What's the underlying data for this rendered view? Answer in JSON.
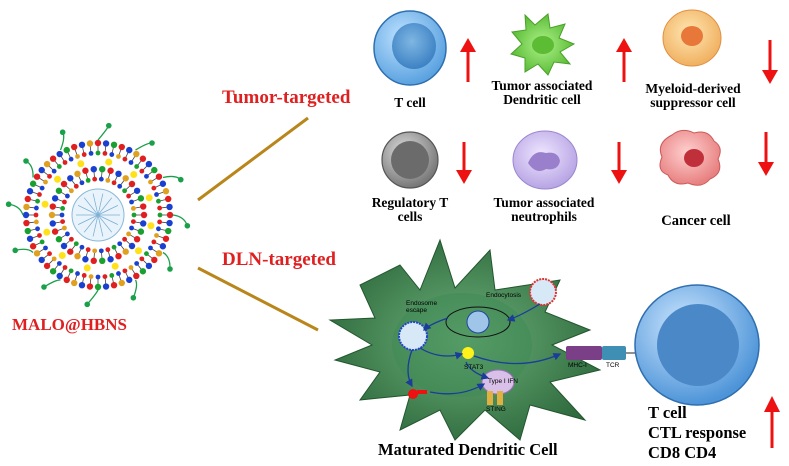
{
  "nanoparticle": {
    "name": "MALO@HBNS"
  },
  "routes": {
    "tumor": "Tumor-targeted",
    "dln": "DLN-targeted"
  },
  "cells": [
    {
      "line1": "T cell",
      "line2": "",
      "trend": "up"
    },
    {
      "line1": "Tumor associated",
      "line2": "Dendritic cell",
      "trend": "up"
    },
    {
      "line1": "Myeloid-derived",
      "line2": "suppressor cell",
      "trend": "down"
    },
    {
      "line1": "Regulatory T",
      "line2": "cells",
      "trend": "down"
    },
    {
      "line1": "Tumor associated",
      "line2": "neutrophils",
      "trend": "down"
    },
    {
      "line1": "Cancer cell",
      "line2": "",
      "trend": "down"
    }
  ],
  "dc": {
    "title": "Maturated Dendritic Cell",
    "endosome_escape": "Endosome escape",
    "endocytosis": "Endocytosis",
    "stat3": "STAT3",
    "type1ifn": "Type I IFN",
    "sting": "STING",
    "mhc": "MHC-I",
    "tcr": "TCR"
  },
  "tcell_out": {
    "line1": "T cell",
    "line2": "CTL response",
    "line3": "CD8 CD4",
    "trend": "up"
  },
  "colors": {
    "title_red": "#e02020",
    "arrow_red": "#ee1111",
    "dc_green": "#3f8a55",
    "tcell_blue": "#6aaee8"
  }
}
